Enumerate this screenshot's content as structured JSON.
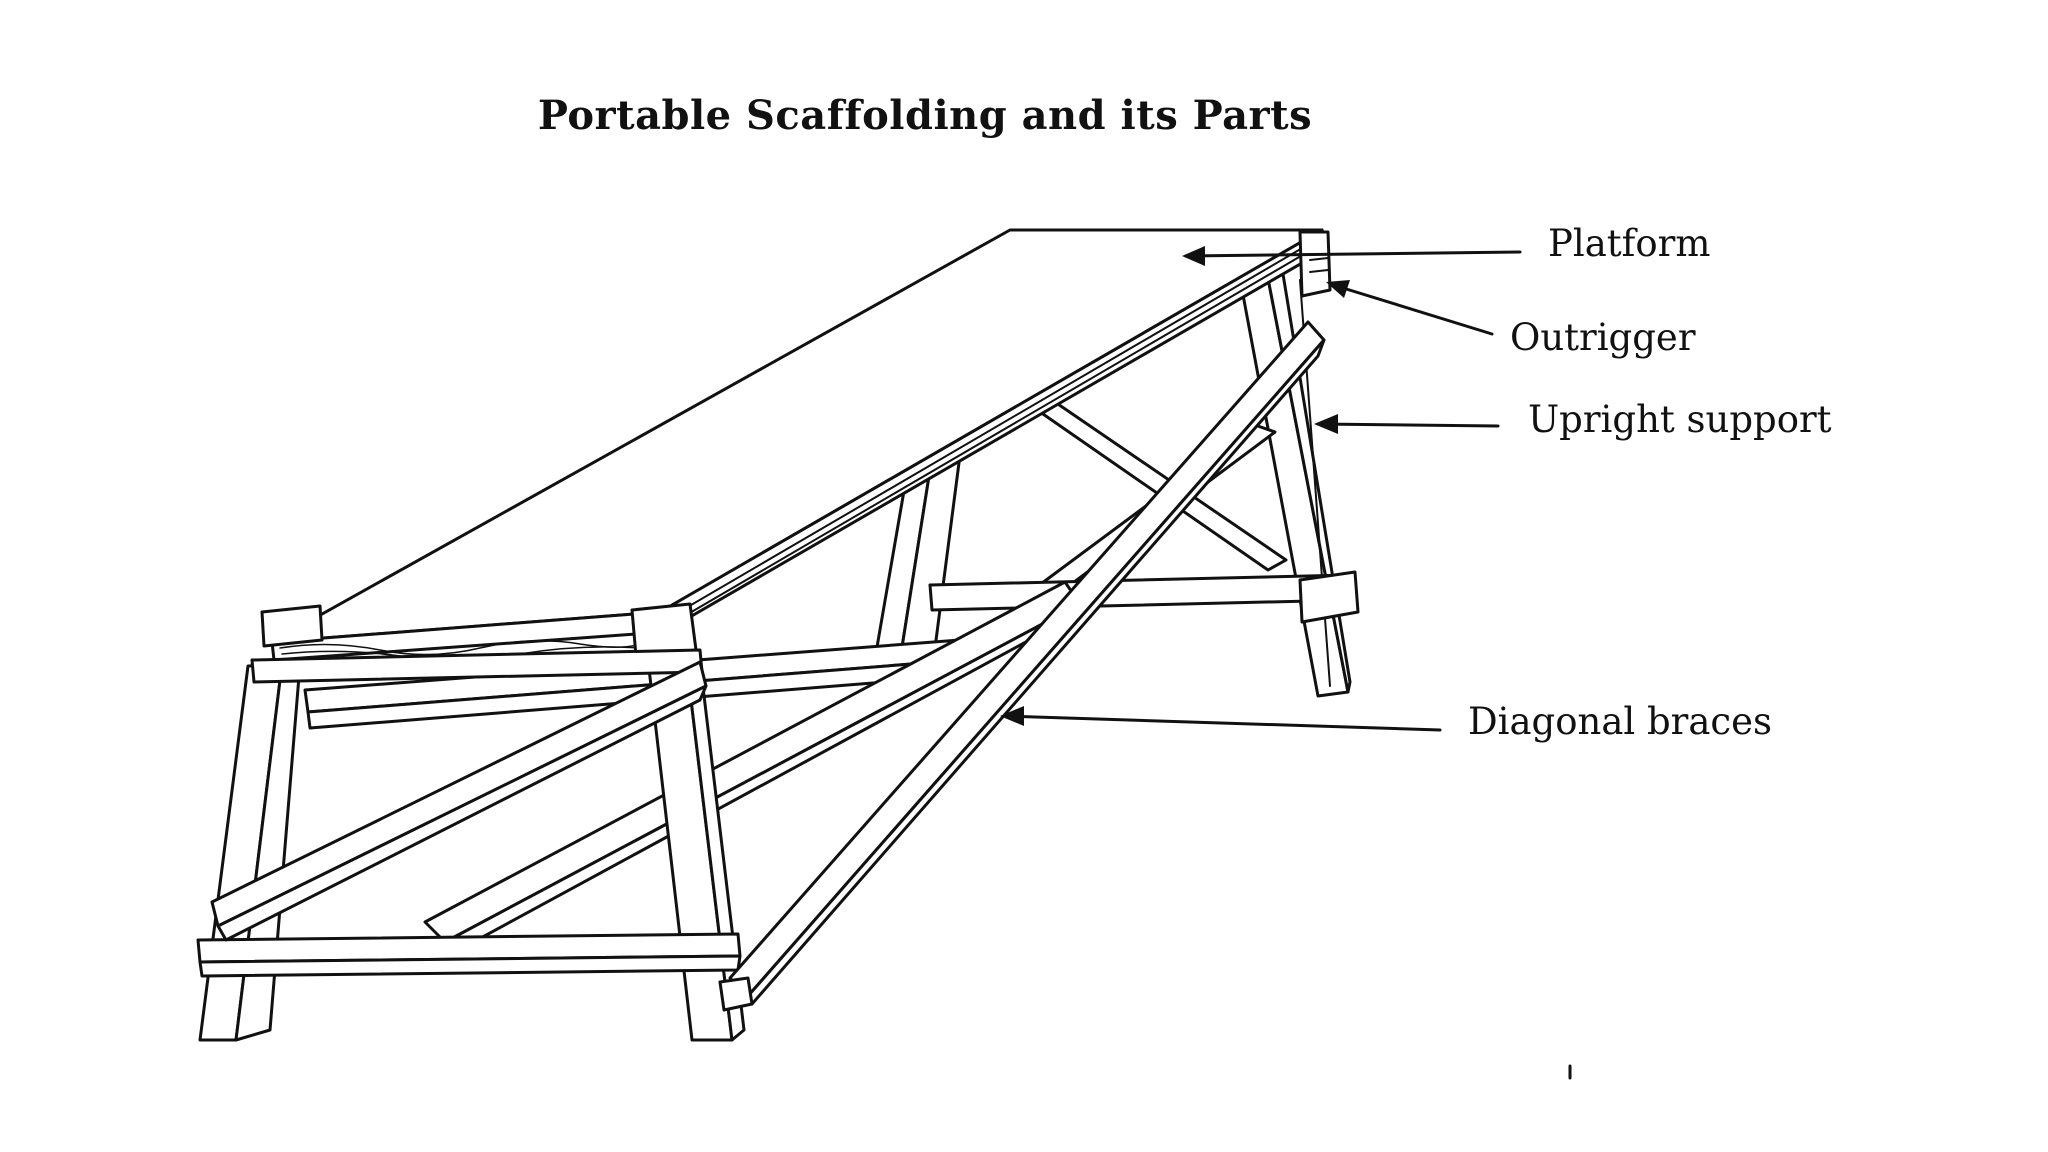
{
  "title": "Portable Scaffolding and its Parts",
  "labels": {
    "platform": "Platform",
    "outrigger": "Outrigger",
    "upright_support": "Upright support",
    "diagonal_braces": "Diagonal braces"
  },
  "colors": {
    "ink": "#111111",
    "background": "#ffffff"
  }
}
